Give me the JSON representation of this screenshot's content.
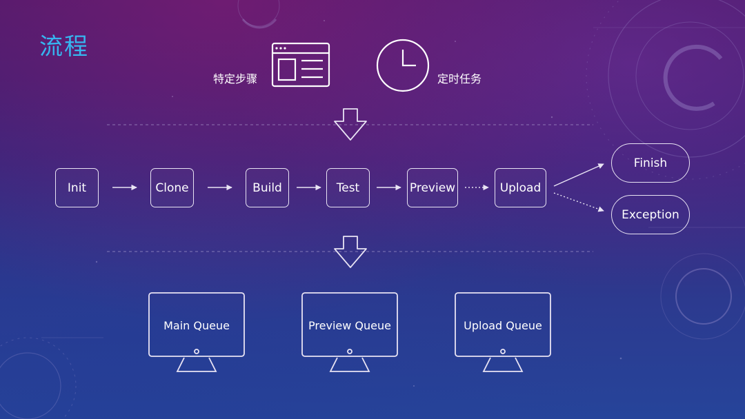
{
  "page": {
    "title": "流程"
  },
  "trigger_icons": [
    {
      "label": "特定步骤",
      "icon": "browser-window-icon"
    },
    {
      "label": "定时任务",
      "icon": "clock-icon"
    }
  ],
  "pipeline": {
    "steps": [
      "Init",
      "Clone",
      "Build",
      "Test",
      "Preview",
      "Upload"
    ],
    "outcomes": [
      "Finish",
      "Exception"
    ]
  },
  "queues": [
    "Main Queue",
    "Preview Queue",
    "Upload Queue"
  ],
  "colors": {
    "title": "#36b6f0",
    "stroke": "#e9e4f4",
    "background_top": "#4a1a6a",
    "background_bottom": "#26449a"
  }
}
